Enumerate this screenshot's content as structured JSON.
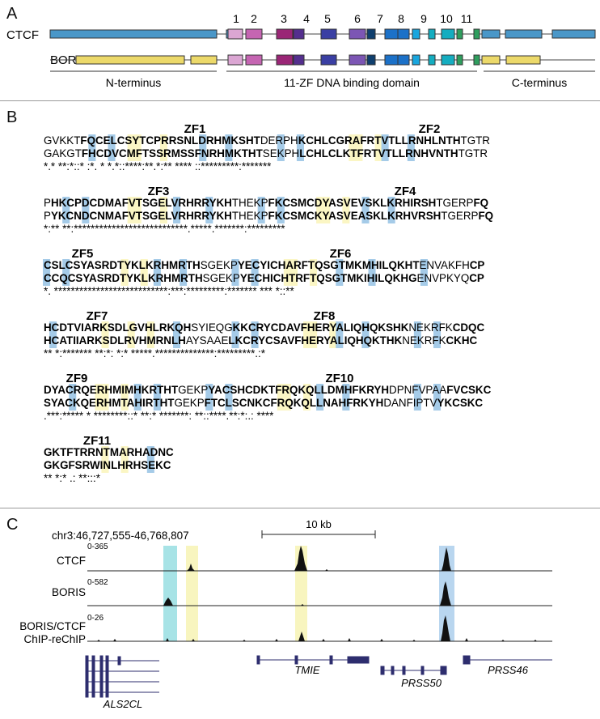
{
  "panels": {
    "a": "A",
    "b": "B",
    "c": "C"
  },
  "panel_a": {
    "protein_labels": [
      "CTCF",
      "BORIS"
    ],
    "zf_numbers": [
      "1",
      "2",
      "3",
      "4",
      "5",
      "6",
      "7",
      "8",
      "9",
      "10",
      "11"
    ],
    "region_labels": [
      "N-terminus",
      "11-ZF DNA binding domain",
      "C-terminus"
    ],
    "colors": {
      "ctcf_body": "#4a97c8",
      "boris_body": "#ecd96a",
      "zf": [
        "#dba6d3",
        "#c565b2",
        "#9a2676",
        "#542f8e",
        "#3a3fa3",
        "#7c56b4",
        "#0f3f6e",
        "#1c71c8",
        "#19a6de",
        "#15adc0",
        "#2f9e5e"
      ]
    }
  },
  "panel_b": {
    "zf_titles": [
      "ZF1",
      "ZF2",
      "ZF3",
      "ZF4",
      "ZF5",
      "ZF6",
      "ZF7",
      "ZF8",
      "ZF9",
      "ZF10",
      "ZF11"
    ],
    "blocks": [
      {
        "ctcf": "GVKKTFQCELCSYTCPRRSNLDRHMKSHTDERPHKCHLCGRAFRTVTLLRNHLNTHTGTR",
        "boris": "GAKGTFHCDVCMFTSSRMSSFNRHMKTHTSEKPHLCHLCLKTFRTVTLLRNHVNTHTGTR",
        "cons": "*.* **:*::* :*. * *.*::****:**.*:** ****  ::*********:*******"
      },
      {
        "ctcf": "PHKCPDCDMAFVTSGELVRHRRYKHTHEKPFKCSMCDYASVEVSKLKRHIRSHTGERPFQ",
        "boris": "PYKCNDCNMAFVTSGELVRHRRYKHTHEKPFKCSMCKYASVEASKLKRHVRSHTGERPFQ",
        "cons": "*:** **:***************************.*****.*******:*********"
      },
      {
        "ctcf": "CSLCSYASRDTYKLKRHMRTHSGEKPYECYICHARFTQSGTMKMHILQKHTENVAKFHCP",
        "boris": "CCQCSYASRDTYKLKRHMRTHSGEKPYECHICHTRFTQSGTMKIHILQKHGENVPKYQCP",
        "cons": "*. ***************************:***:*********:******* *** *::**"
      },
      {
        "ctcf": "HCDTVIARKSDLGVHLRKQHSYIEQGKKCRYCDAVFHERYALIQHQKSHKNEKRFKCDQC",
        "boris": "HCATIIARKSDLRVHMRNLHAYSAAELKCRYCSAVFHERYALIQHQKTHKNEKRFKCKHC",
        "cons": "** *:******* **:*: *:*      *****.**************:*********.:*"
      },
      {
        "ctcf": "DYACRQERHMIMHKRTHTGEKPYACSHCDKTFRQKQLLDMHFKRYHDPNFVPAAFVCSKC",
        "boris": "SYACKQERHMTAHIRTHTGEKPFTCLSCNKCFRQKQLLNAHFRKYHDANFIPTVYKCSKC",
        "cons": ".***:*****  * ********::*  **:* *******: **::****.**:*:.: ****"
      },
      {
        "ctcf": "GKTFTRRNTMARHADNC",
        "boris": "GKGFSRWINLHRHSEKC",
        "cons": "** *:*    .: **:::*"
      }
    ]
  },
  "panel_c": {
    "locus": "chr3:46,727,555-46,768,807",
    "scale_label": "10 kb",
    "tracks": [
      {
        "label": "CTCF",
        "range": "0-365"
      },
      {
        "label": "BORIS",
        "range": "0-582"
      },
      {
        "label": "BORIS/CTCF",
        "label2": "ChIP-reChIP",
        "range": "0-26"
      }
    ],
    "genes": [
      "ALS2CL",
      "TMIE",
      "PRSS50",
      "PRSS46"
    ],
    "highlight_colors": {
      "cyan": "#a7e3e6",
      "yellow": "#f8f5bf",
      "blue": "#b9d6ef"
    },
    "gene_color": "#2d2d6e"
  }
}
